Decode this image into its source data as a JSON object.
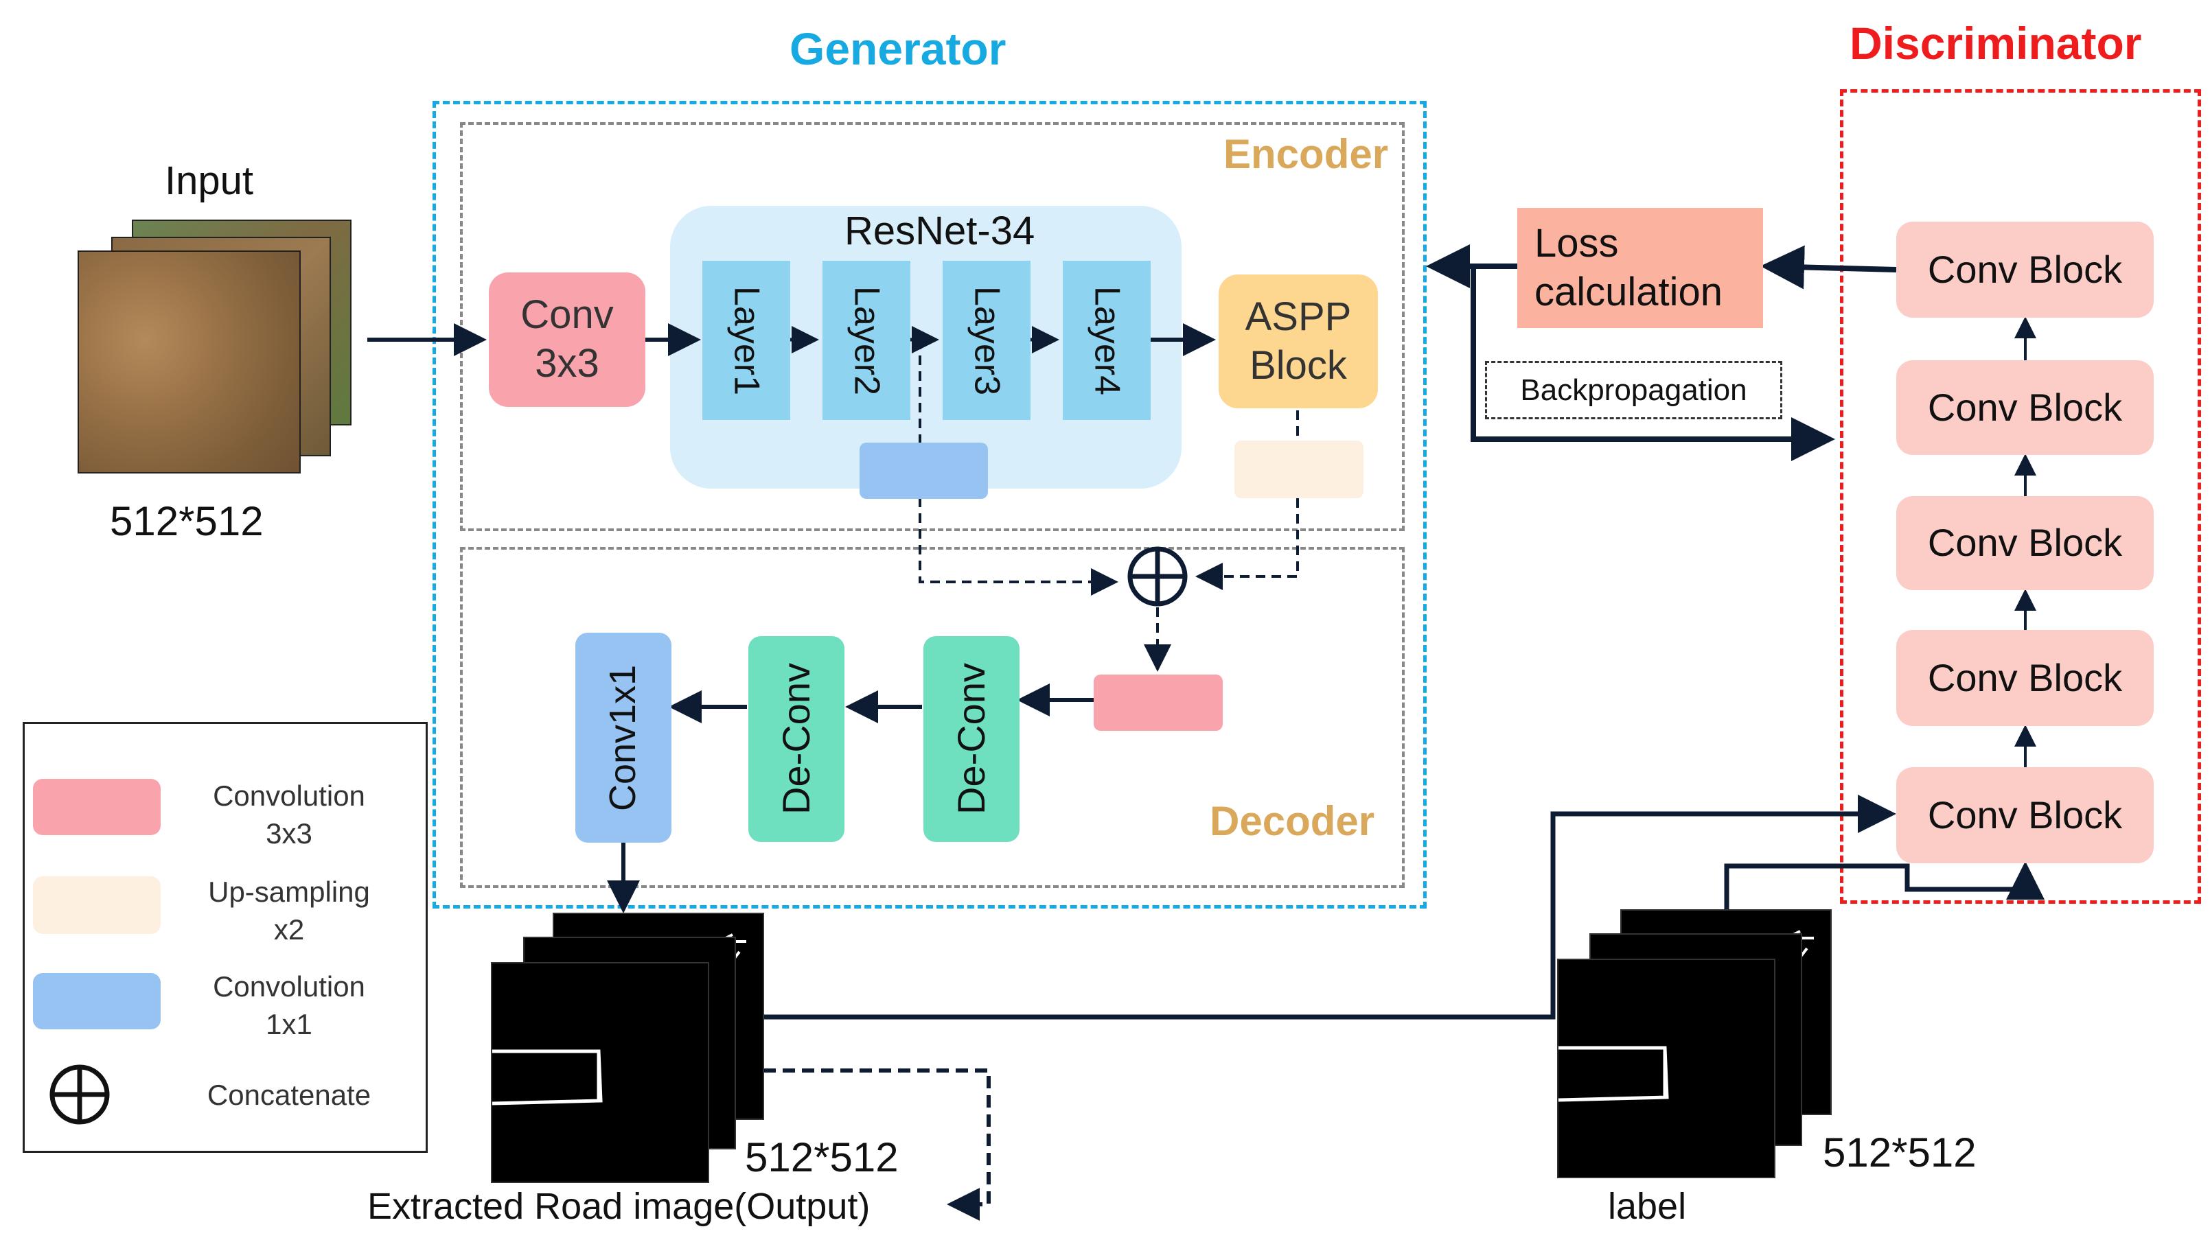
{
  "titles": {
    "generator": "Generator",
    "discriminator": "Discriminator",
    "encoder": "Encoder",
    "decoder": "Decoder"
  },
  "input": {
    "label": "Input",
    "size": "512*512"
  },
  "encoder": {
    "conv": "Conv\n3x3",
    "resnet_title": "ResNet-34",
    "layers": [
      "Layer1",
      "Layer2",
      "Layer3",
      "Layer4"
    ],
    "aspp": "ASPP\nBlock"
  },
  "decoder": {
    "conv1x1": "Conv1x1",
    "deconv_1": "De-Conv",
    "deconv_2": "De-Conv"
  },
  "loss": {
    "label": "Loss\ncalculation",
    "backprop": "Backpropagation"
  },
  "discriminator": {
    "blocks": [
      "Conv Block",
      "Conv Block",
      "Conv Block",
      "Conv Block",
      "Conv Block"
    ]
  },
  "output": {
    "size": "512*512",
    "caption": "Extracted Road image(Output)"
  },
  "label_image": {
    "size": "512*512",
    "caption": "label"
  },
  "legend": {
    "items": [
      {
        "label": "Convolution\n3x3",
        "color": "#f9a3ad"
      },
      {
        "label": "Up-sampling\nx2",
        "color": "#fdf0e0"
      },
      {
        "label": "Convolution\n1x1",
        "color": "#96c3f1"
      },
      {
        "label": "Concatenate",
        "icon": "concatenate-icon"
      }
    ]
  },
  "colors": {
    "generator_frame": "#17a9e1",
    "discriminator_frame": "#ee1c1c",
    "section_frame": "#888888",
    "conv3x3": "#f9a3ad",
    "resnet_bg": "#d8eefb",
    "layer": "#8ed3f0",
    "conv1x1": "#96c3f1",
    "aspp": "#fdd68f",
    "upsample": "#fdf0e0",
    "deconv": "#6fe0bf",
    "loss": "#fbb3a0",
    "conv_block": "#fccdc6",
    "arrow": "#0d1b33"
  }
}
